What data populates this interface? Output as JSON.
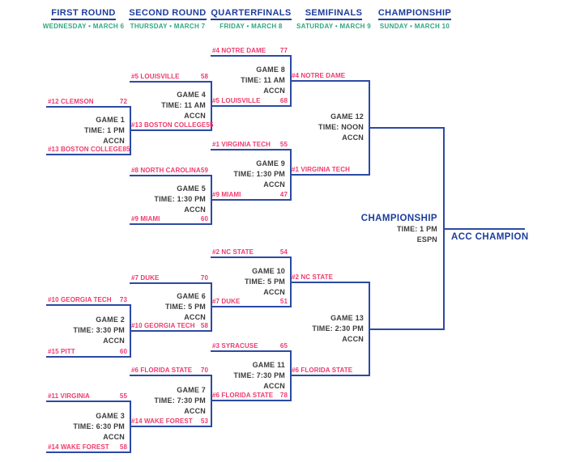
{
  "colors": {
    "header_navy": "#1d3d9c",
    "line_navy": "#2b4aa3",
    "team_pink": "#ee3a6e",
    "date_teal": "#2fa87d",
    "info_gray": "#3c3c3c",
    "background": "#ffffff"
  },
  "rounds": [
    {
      "label": "FIRST ROUND",
      "date": "WEDNESDAY • MARCH 6"
    },
    {
      "label": "SECOND ROUND",
      "date": "THURSDAY • MARCH 7"
    },
    {
      "label": "QUARTERFINALS",
      "date": "FRIDAY • MARCH 8"
    },
    {
      "label": "SEMIFINALS",
      "date": "SATURDAY • MARCH 9"
    },
    {
      "label": "CHAMPIONSHIP",
      "date": "SUNDAY • MARCH 10"
    }
  ],
  "games": [
    {
      "id": "game-1",
      "round": "First Round",
      "label": "GAME 1",
      "time": "TIME: 1 PM",
      "network": "ACCN",
      "top": {
        "name": "#12 CLEMSON",
        "score": "72"
      },
      "bottom": {
        "name": "#13 BOSTON COLLEGE",
        "score": "85"
      }
    },
    {
      "id": "game-2",
      "round": "First Round",
      "label": "GAME 2",
      "time": "TIME: 3:30 PM",
      "network": "ACCN",
      "top": {
        "name": "#10 GEORGIA TECH",
        "score": "73"
      },
      "bottom": {
        "name": "#15 PITT",
        "score": "60"
      }
    },
    {
      "id": "game-3",
      "round": "First Round",
      "label": "GAME 3",
      "time": "TIME: 6:30 PM",
      "network": "ACCN",
      "top": {
        "name": "#11 VIRGINIA",
        "score": "55"
      },
      "bottom": {
        "name": "#14 WAKE FOREST",
        "score": "58"
      }
    },
    {
      "id": "game-4",
      "round": "Second Round",
      "label": "GAME 4",
      "time": "TIME: 11 AM",
      "network": "ACCN",
      "top": {
        "name": "#5 LOUISVILLE",
        "score": "58"
      },
      "bottom": {
        "name": "#13 BOSTON COLLEGE",
        "score": "55"
      }
    },
    {
      "id": "game-5",
      "round": "Second Round",
      "label": "GAME 5",
      "time": "TIME: 1:30 PM",
      "network": "ACCN",
      "top": {
        "name": "#8 NORTH CAROLINA",
        "score": "59"
      },
      "bottom": {
        "name": "#9 MIAMI",
        "score": "60"
      }
    },
    {
      "id": "game-6",
      "round": "Second Round",
      "label": "GAME 6",
      "time": "TIME: 5 PM",
      "network": "ACCN",
      "top": {
        "name": "#7 DUKE",
        "score": "70"
      },
      "bottom": {
        "name": "#10 GEORGIA TECH",
        "score": "58"
      }
    },
    {
      "id": "game-7",
      "round": "Second Round",
      "label": "GAME 7",
      "time": "TIME: 7:30 PM",
      "network": "ACCN",
      "top": {
        "name": "#6 FLORIDA STATE",
        "score": "70"
      },
      "bottom": {
        "name": "#14 WAKE FOREST",
        "score": "53"
      }
    },
    {
      "id": "game-8",
      "round": "Quarterfinals",
      "label": "GAME 8",
      "time": "TIME: 11 AM",
      "network": "ACCN",
      "top": {
        "name": "#4 NOTRE DAME",
        "score": "77"
      },
      "bottom": {
        "name": "#5 LOUISVILLE",
        "score": "68"
      }
    },
    {
      "id": "game-9",
      "round": "Quarterfinals",
      "label": "GAME 9",
      "time": "TIME: 1:30 PM",
      "network": "ACCN",
      "top": {
        "name": "#1 VIRGINIA TECH",
        "score": "55"
      },
      "bottom": {
        "name": "#9 MIAMI",
        "score": "47"
      }
    },
    {
      "id": "game-10",
      "round": "Quarterfinals",
      "label": "GAME 10",
      "time": "TIME: 5 PM",
      "network": "ACCN",
      "top": {
        "name": "#2 NC STATE",
        "score": "54"
      },
      "bottom": {
        "name": "#7 DUKE",
        "score": "51"
      }
    },
    {
      "id": "game-11",
      "round": "Quarterfinals",
      "label": "GAME 11",
      "time": "TIME: 7:30 PM",
      "network": "ACCN",
      "top": {
        "name": "#3 SYRACUSE",
        "score": "65"
      },
      "bottom": {
        "name": "#6 FLORIDA STATE",
        "score": "78"
      }
    },
    {
      "id": "game-12",
      "round": "Semifinals",
      "label": "GAME 12",
      "time": "TIME: NOON",
      "network": "ACCN",
      "top": {
        "name": "#4 NOTRE DAME",
        "score": ""
      },
      "bottom": {
        "name": "#1 VIRGINIA TECH",
        "score": ""
      }
    },
    {
      "id": "game-13",
      "round": "Semifinals",
      "label": "GAME 13",
      "time": "TIME: 2:30 PM",
      "network": "ACCN",
      "top": {
        "name": "#2 NC STATE",
        "score": ""
      },
      "bottom": {
        "name": "#6 FLORIDA STATE",
        "score": ""
      }
    }
  ],
  "championship": {
    "title": "CHAMPIONSHIP",
    "time": "TIME: 1 PM",
    "network": "ESPN",
    "winner": "ACC CHAMPION"
  }
}
